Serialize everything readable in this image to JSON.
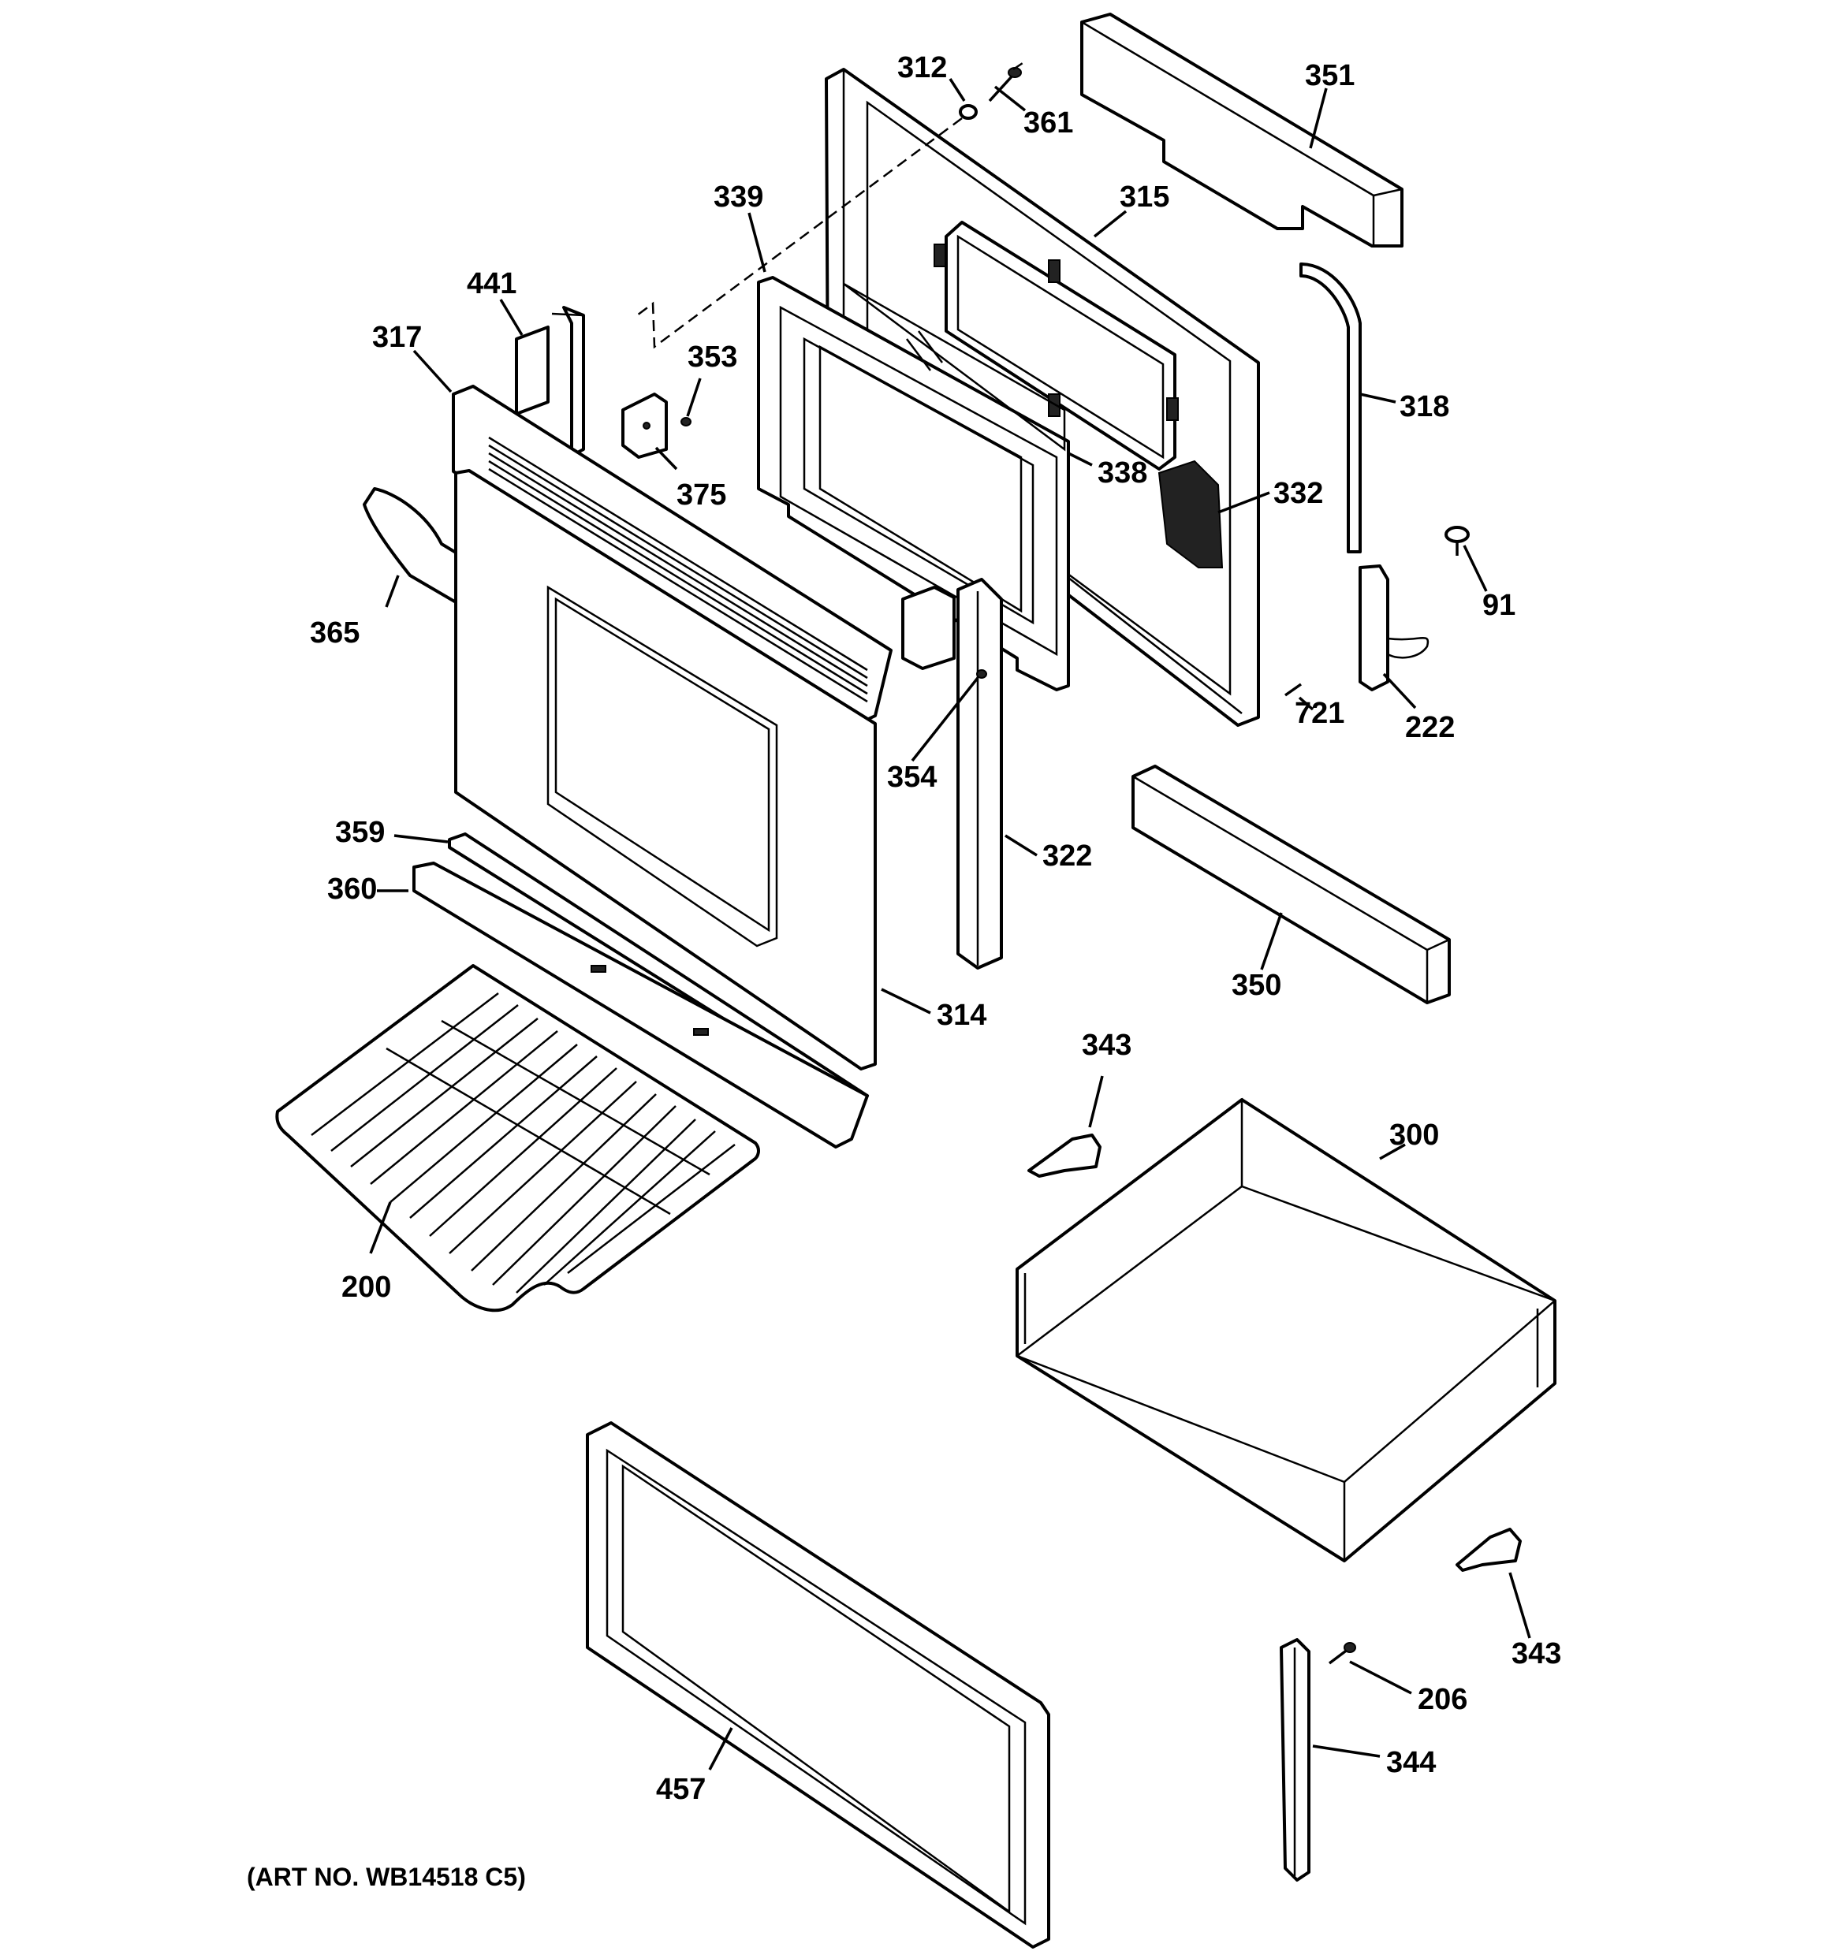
{
  "callouts": {
    "c312": "312",
    "c361": "361",
    "c351": "351",
    "c339": "339",
    "c315": "315",
    "c441": "441",
    "c317": "317",
    "c353": "353",
    "c318": "318",
    "c375": "375",
    "c338": "338",
    "c332": "332",
    "c91": "91",
    "c365": "365",
    "c721": "721",
    "c222": "222",
    "c354": "354",
    "c359": "359",
    "c322": "322",
    "c360": "360",
    "c350": "350",
    "c314": "314",
    "c343a": "343",
    "c300": "300",
    "c200": "200",
    "c343b": "343",
    "c206": "206",
    "c344": "344",
    "c457": "457"
  },
  "art_number": "(ART NO. WB14518 C5)"
}
